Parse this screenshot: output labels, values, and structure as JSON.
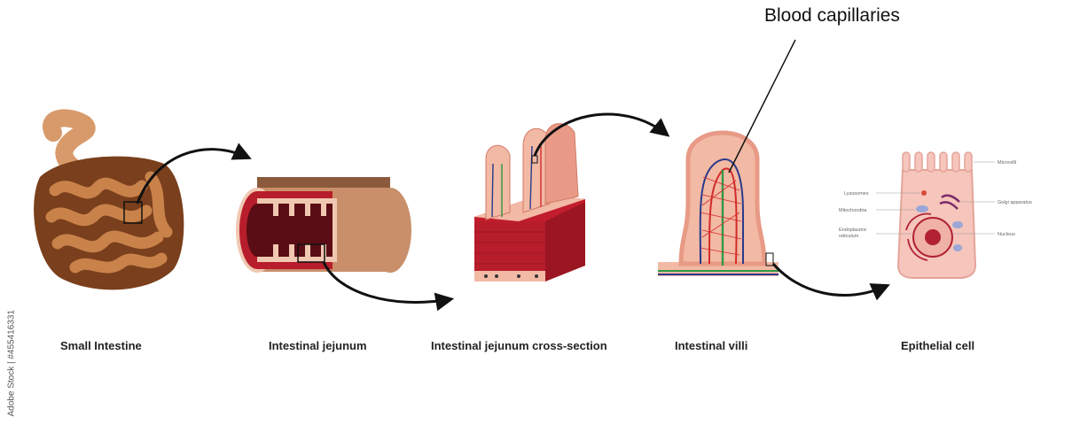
{
  "callout": {
    "label": "Blood capillaries"
  },
  "captions": {
    "small_intestine": "Small Intestine",
    "jejunum": "Intestinal jejunum",
    "cross_section": "Intestinal jejunum cross-section",
    "villi": "Intestinal villi",
    "epithelial": "Epithelial cell"
  },
  "cell_labels": {
    "microvilli": "Microvilli",
    "lysosomes": "Lysosomes",
    "golgi": "Golgi apparatus",
    "mitochondria": "Mitochondria",
    "er_line1": "Endoplasmic",
    "er_line2": "reticulum",
    "nucleus": "Nucleus"
  },
  "watermark": {
    "stock_id": "Adobe Stock | #455416331"
  },
  "colors": {
    "intestine_dark": "#7a3f1c",
    "intestine_light": "#c9824a",
    "tube_tan": "#c98f6a",
    "tissue_red": "#b81d2b",
    "villus_pink": "#f2b9a4",
    "vein_blue": "#2a3a8c",
    "artery_red": "#d32b2b",
    "lacteal_green": "#2f9a44",
    "cell_pink": "#f6c5bb",
    "arrow_black": "#111111"
  }
}
